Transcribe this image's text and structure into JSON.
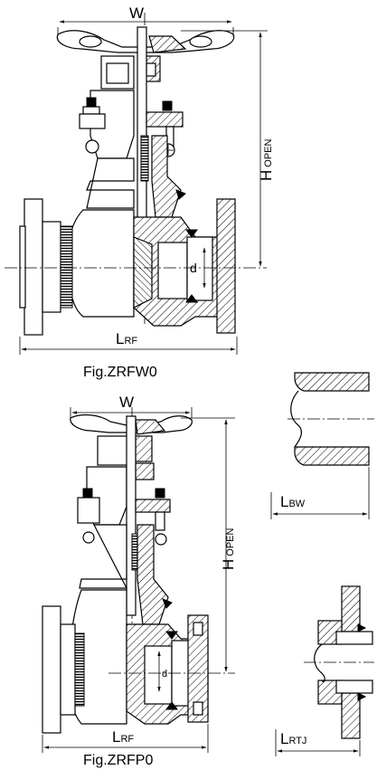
{
  "figure_a": {
    "caption": "Fig.ZRFW0",
    "width_label": "W",
    "height_label_main": "H",
    "height_label_sub": "OPEN",
    "length_label_main": "L",
    "length_label_sub": "RF",
    "bore_label": "d"
  },
  "figure_b": {
    "caption": "Fig.ZRFP0",
    "width_label": "W",
    "height_label_main": "H",
    "height_label_sub": "OPEN",
    "length_label_main": "L",
    "length_label_sub": "RF",
    "bore_label": "d"
  },
  "detail_bw": {
    "label_main": "L",
    "label_sub": "BW"
  },
  "detail_rtj": {
    "label_main": "L",
    "label_sub": "RTJ"
  }
}
